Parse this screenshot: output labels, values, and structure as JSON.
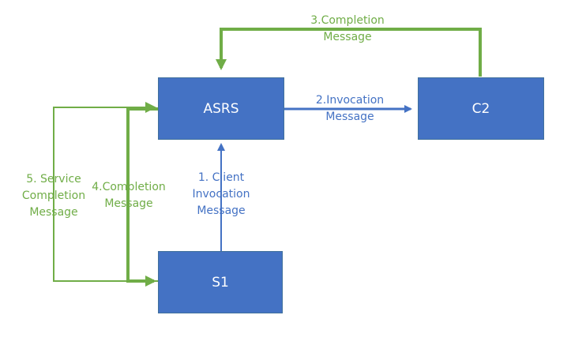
{
  "colors": {
    "node_fill": "#4472c4",
    "node_text": "#ffffff",
    "invocation": "#4472c4",
    "completion": "#70ad47"
  },
  "nodes": {
    "asrs": {
      "label": "ASRS"
    },
    "c2": {
      "label": "C2"
    },
    "s1": {
      "label": "S1"
    }
  },
  "edges": {
    "invocation": {
      "line1": "2.Invocation",
      "line2": "Message"
    },
    "client_invocation": {
      "line1": "1. Client",
      "line2": "Invocation",
      "line3": "Message"
    },
    "completion_c2": {
      "line1": "3.Completion",
      "line2": "Message"
    },
    "completion_s1": {
      "line1": "4.Completion",
      "line2": "Message"
    },
    "service_completion": {
      "line1": "5. Service",
      "line2": "Completion",
      "line3": "Message"
    }
  }
}
